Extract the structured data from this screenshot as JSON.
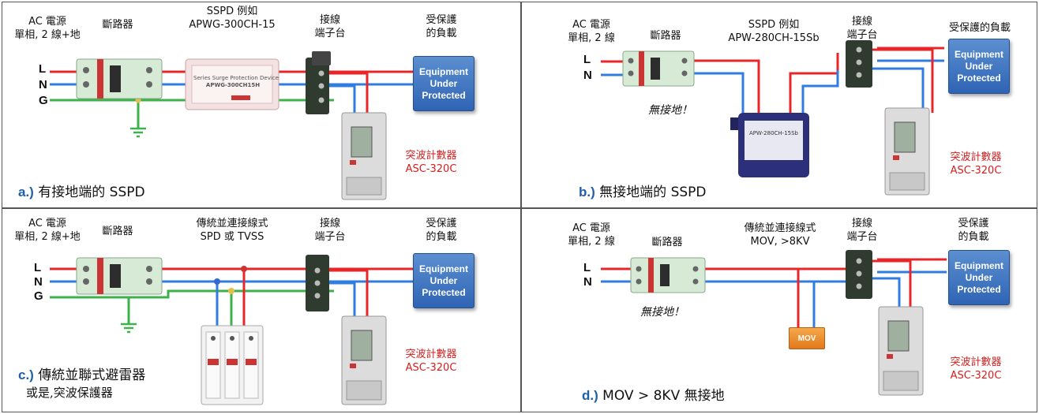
{
  "panels": {
    "a": {
      "source": [
        "AC 電源",
        "單相, 2 線+地"
      ],
      "breaker": "斷路器",
      "device": [
        "SSPD 例如",
        "APWG-300CH-15"
      ],
      "device_face": [
        "Series Surge Protection Device",
        "APWG-300CH15H"
      ],
      "terminal": [
        "接線",
        "端子台"
      ],
      "load": [
        "受保護",
        "的負載"
      ],
      "equipment": [
        "Equipment",
        "Under",
        "Protected"
      ],
      "counter": [
        "突波計數器",
        "ASC-320C"
      ],
      "lines": [
        "L",
        "N",
        "G"
      ],
      "caption_tag": "a.)",
      "caption_text": " 有接地端的 SSPD"
    },
    "b": {
      "source": [
        "AC 電源",
        "單相, 2 線"
      ],
      "breaker": "斷路器",
      "device": [
        "SSPD 例如",
        "APW-280CH-15Sb"
      ],
      "device_face": [
        "APW-280CH-15Sb"
      ],
      "terminal": [
        "接線",
        "端子台"
      ],
      "load": [
        "受保護的負載"
      ],
      "equipment": [
        "Equipment",
        "Under",
        "Protected"
      ],
      "counter": [
        "突波計數器",
        "ASC-320C"
      ],
      "lines": [
        "L",
        "N"
      ],
      "note": "無接地！",
      "caption_tag": "b.)",
      "caption_text": " 無接地端的 SSPD"
    },
    "c": {
      "source": [
        "AC 電源",
        "單相, 2 線+地"
      ],
      "breaker": "斷路器",
      "device": [
        "傳統並連接線式",
        "SPD 或 TVSS"
      ],
      "terminal": [
        "接線",
        "端子台"
      ],
      "load": [
        "受保護",
        "的負載"
      ],
      "equipment": [
        "Equipment",
        "Under",
        "Protected"
      ],
      "counter": [
        "突波計數器",
        "ASC-320C"
      ],
      "lines": [
        "L",
        "N",
        "G"
      ],
      "caption_tag": "c.)",
      "caption_text": " 傳統並聯式避雷器",
      "caption_text2": "或是,突波保護器"
    },
    "d": {
      "source": [
        "AC 電源",
        "單相, 2 線"
      ],
      "breaker": "斷路器",
      "device": [
        "傳統並連接線式",
        "MOV, >8KV"
      ],
      "mov": "MOV",
      "terminal": [
        "接線",
        "端子台"
      ],
      "load": [
        "受保護",
        "的負載"
      ],
      "equipment": [
        "Equipment",
        "Under",
        "Protected"
      ],
      "counter": [
        "突波計數器",
        "ASC-320C"
      ],
      "lines": [
        "L",
        "N"
      ],
      "note": "無接地！",
      "caption_tag": "d.)",
      "caption_text": " MOV > 8KV 無接地"
    }
  },
  "colors": {
    "live": "#e8262a",
    "neutral": "#2f7de0",
    "ground": "#3cb34a",
    "caption_tag": "#1f5fa8",
    "counter_text": "#d41e1e"
  }
}
